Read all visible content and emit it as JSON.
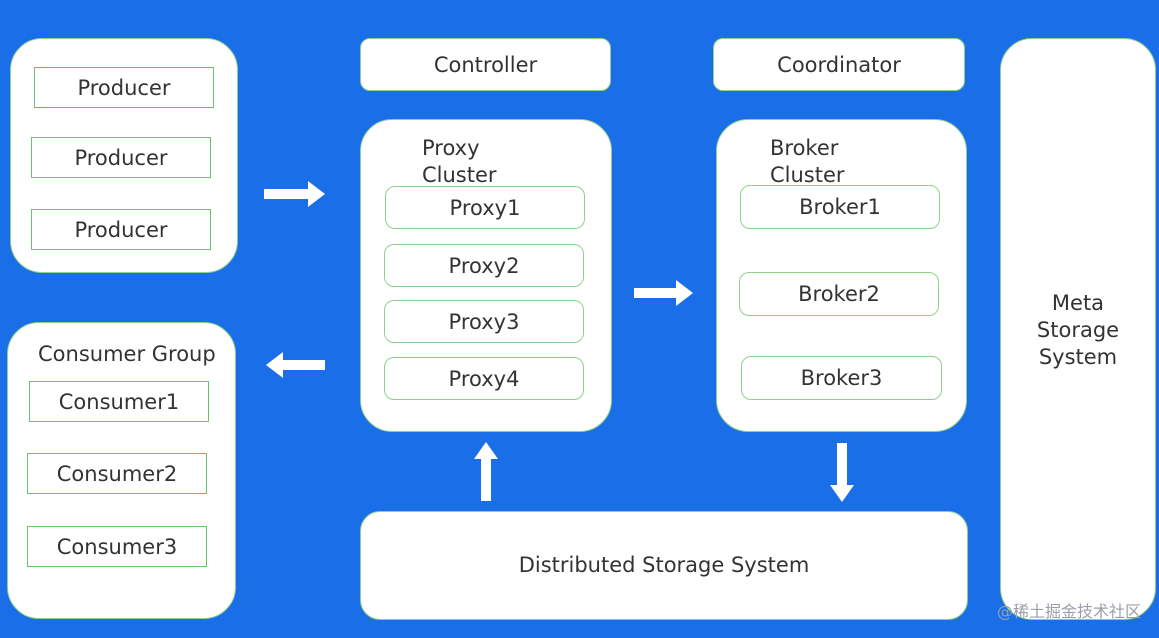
{
  "producers": [
    "Producer",
    "Producer",
    "Producer"
  ],
  "consumer_group": {
    "title": "Consumer Group",
    "consumers": [
      "Consumer1",
      "Consumer2",
      "Consumer3"
    ]
  },
  "controller": "Controller",
  "coordinator": "Coordinator",
  "proxy_cluster": {
    "title_line1": "Proxy",
    "title_line2": "Cluster",
    "proxies": [
      "Proxy1",
      "Proxy2",
      "Proxy3",
      "Proxy4"
    ]
  },
  "broker_cluster": {
    "title_line1": "Broker",
    "title_line2": "Cluster",
    "brokers": [
      "Broker1",
      "Broker2",
      "Broker3"
    ]
  },
  "meta_storage": {
    "line1": "Meta",
    "line2": "Storage",
    "line3": "System"
  },
  "distributed_storage": "Distributed Storage System",
  "watermark": "@稀土掘金技术社区",
  "colors": {
    "background": "#1a6ee8",
    "box_border": "#6cc26a",
    "arrow": "#ffffff"
  }
}
